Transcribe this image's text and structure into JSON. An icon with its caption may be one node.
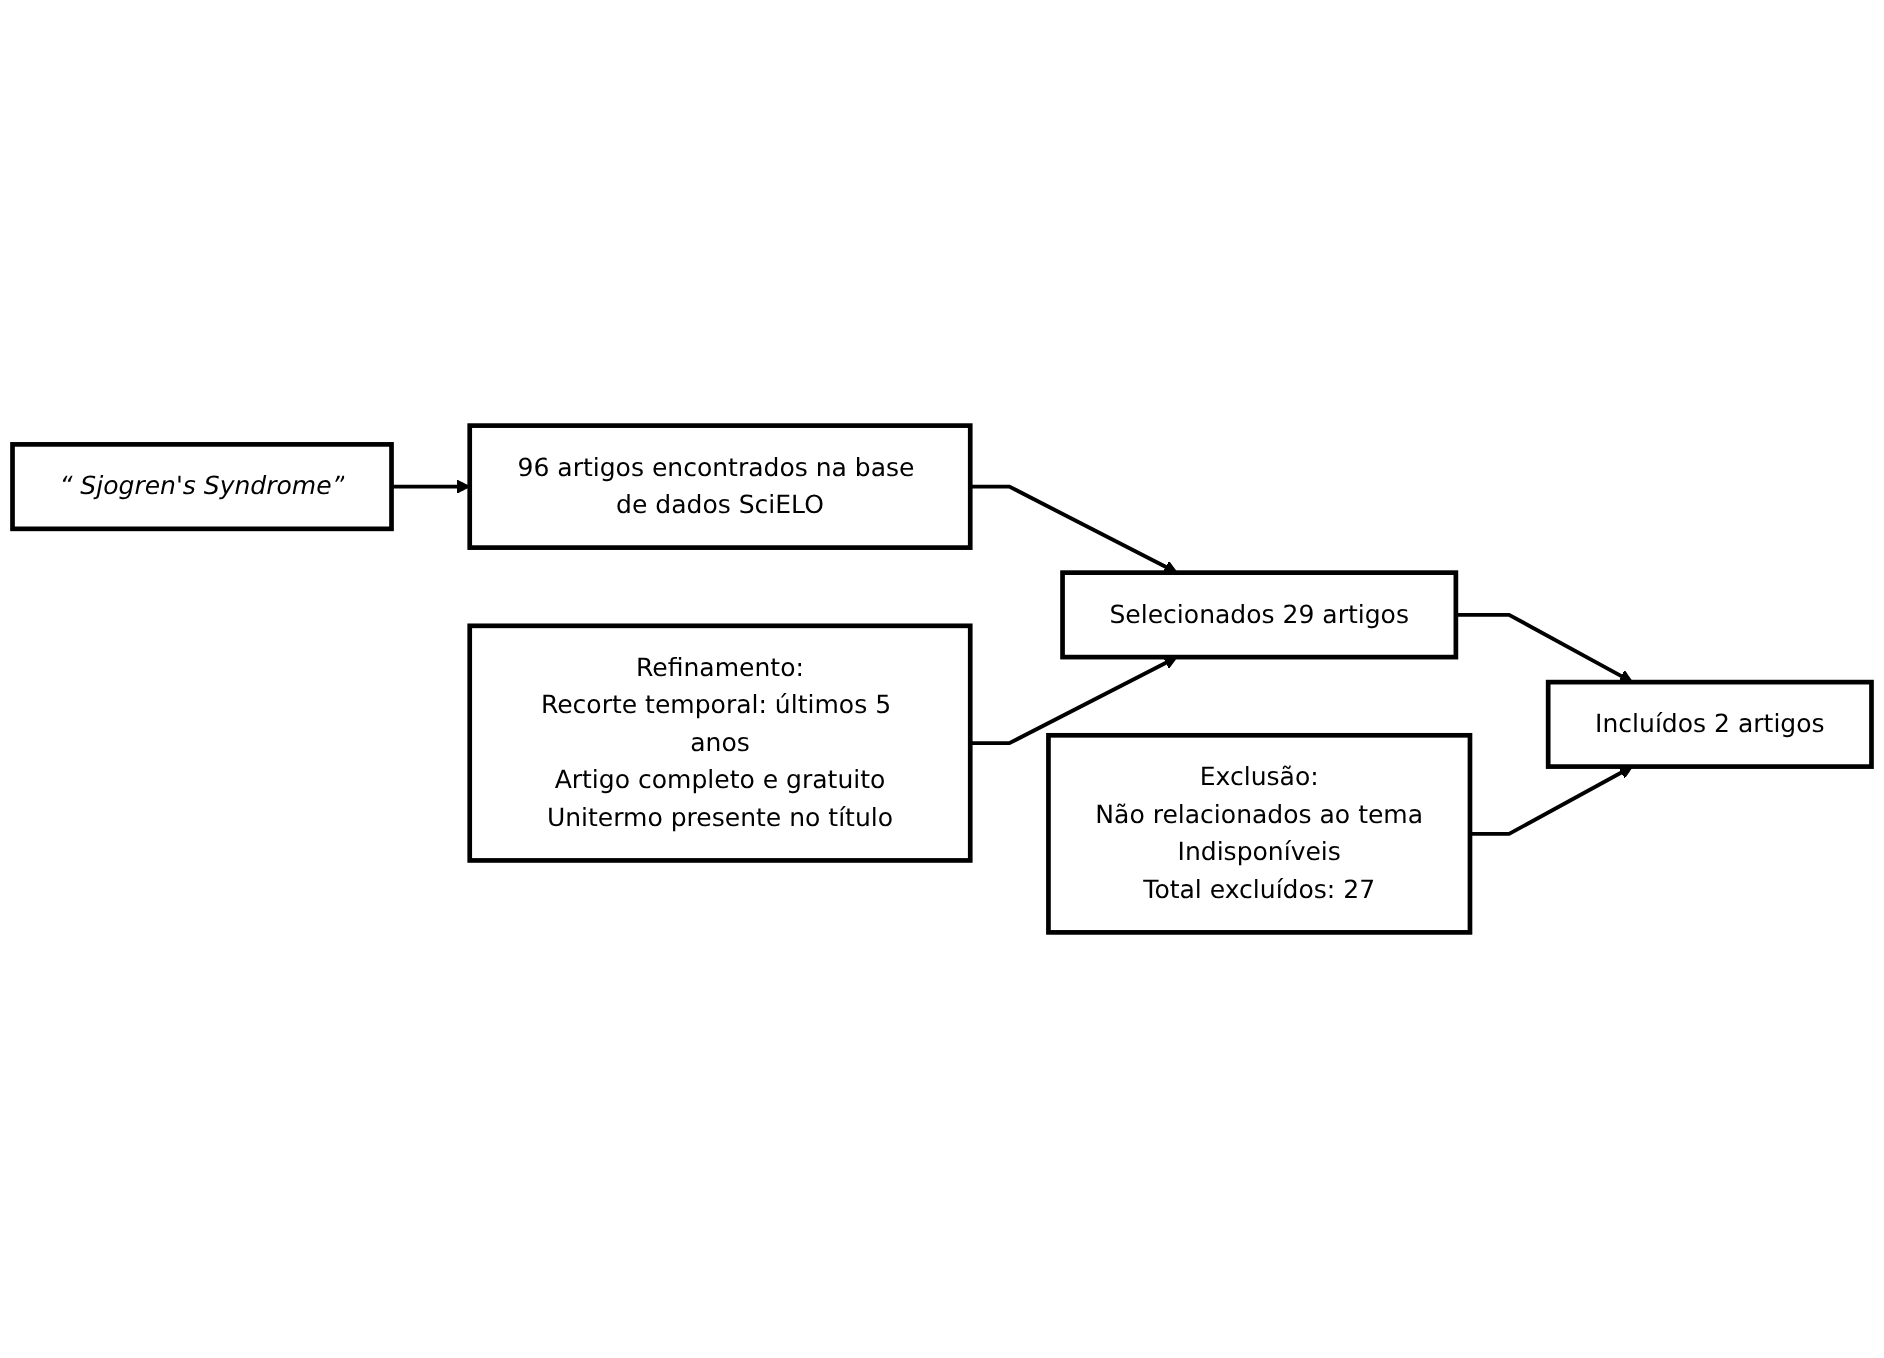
{
  "diagram": {
    "nodes": [
      {
        "text": [
          "“ Sjogren's Syndrome”"
        ]
      },
      {
        "text": [
          "Exclusão:",
          "Não relacionados ao tema",
          "Indisponíveis",
          "Total excluídos: 27"
        ]
      },
      {
        "text": [
          "96 artigos encontrados na base de dados SciELO"
        ]
      },
      {
        "text": [
          "Selecionados 29 artigos"
        ]
      },
      {
        "text": [
          "Incluídos 2 artigos"
        ]
      },
      {
        "text": [
          "Refinamento:",
          "Recorte temporal: últimos 5 anos",
          "Artigo completo e gratuito",
          "Unitermo presente no título"
        ]
      }
    ],
    "edges": [
      {
        "from": 0,
        "to": 2,
        "arrow": "to"
      },
      {
        "from": 2,
        "to": 3,
        "arrow": "to"
      },
      {
        "from": 5,
        "to": 3,
        "arrow": "to"
      },
      {
        "from": 3,
        "to": 4,
        "arrow": "to"
      },
      {
        "from": 1,
        "to": 4,
        "arrow": "to"
      }
    ]
  }
}
